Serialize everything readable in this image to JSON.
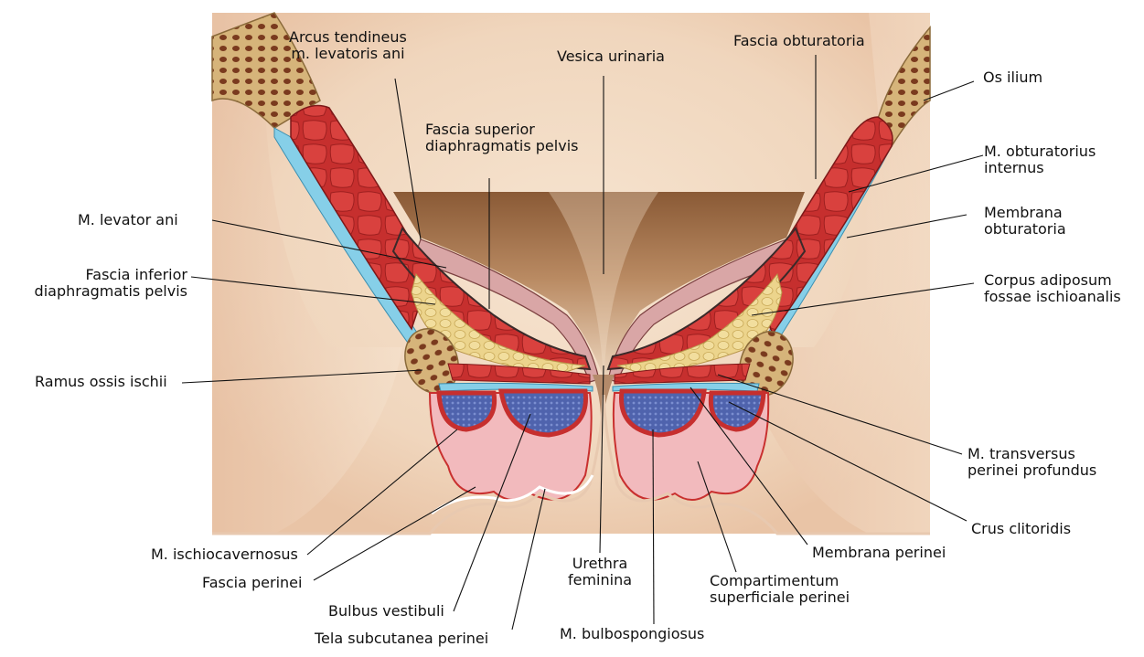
{
  "colors": {
    "background": "#ffffff",
    "skin": "#f3dcc4",
    "fat": "#ead28a",
    "muscle": "#c9302f",
    "fascia": "#7fcbe6",
    "bone": "#cfae72",
    "erectile": "#4b5fa8",
    "compartment": "#f2b9bd"
  },
  "labels": {
    "arcus": [
      "Arcus tendineus",
      "m. levatoris ani"
    ],
    "vesica": [
      "Vesica urinaria"
    ],
    "fascia_obturatoria": [
      "Fascia obturatoria"
    ],
    "os_ilium": [
      "Os ilium"
    ],
    "fascia_superior": [
      "Fascia superior",
      "diaphragmatis pelvis"
    ],
    "m_obturatorius": [
      "M. obturatorius",
      "internus"
    ],
    "m_levator": [
      "M. levator ani"
    ],
    "membrana_obturatoria": [
      "Membrana",
      "obturatoria"
    ],
    "fascia_inferior": [
      "Fascia inferior",
      "diaphragmatis pelvis"
    ],
    "corpus_adiposum": [
      "Corpus adiposum",
      "fossae ischioanalis"
    ],
    "ramus": [
      "Ramus ossis ischii"
    ],
    "m_transversus": [
      "M. transversus",
      "perinei profundus"
    ],
    "crus": [
      "Crus clitoridis"
    ],
    "m_ischiocavernosus": [
      "M. ischiocavernosus"
    ],
    "membrana_perinei": [
      "Membrana perinei"
    ],
    "fascia_perinei": [
      "Fascia perinei"
    ],
    "urethra": [
      "Urethra",
      "feminina"
    ],
    "compartimentum": [
      "Compartimentum",
      "superficiale perinei"
    ],
    "bulbus": [
      "Bulbus vestibuli"
    ],
    "tela": [
      "Tela subcutanea perinei"
    ],
    "m_bulbospongiosus": [
      "M.  bulbospongiosus"
    ]
  }
}
